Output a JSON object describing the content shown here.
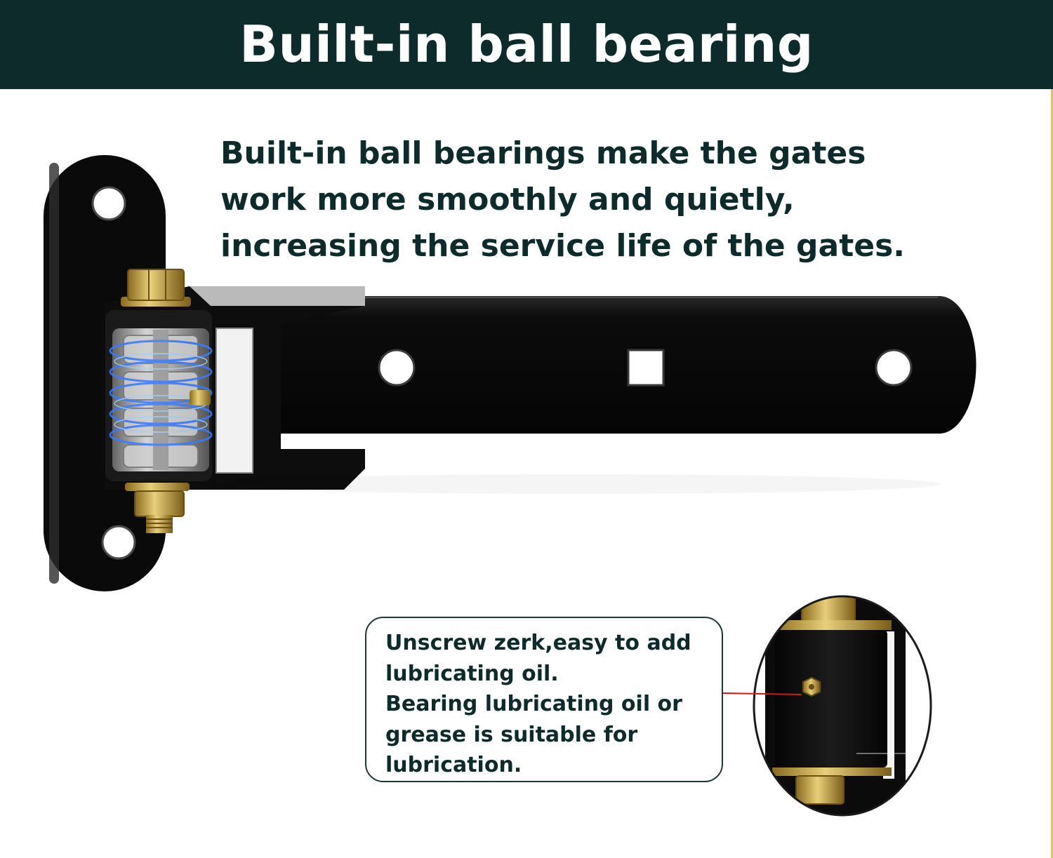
{
  "banner": {
    "title": "Built-in ball bearing"
  },
  "headline": {
    "lines": [
      "Built-in ball bearings make the gates",
      "work more smoothly and quietly,",
      "increasing the service life of the gates."
    ]
  },
  "callout": {
    "lines": [
      "Unscrew zerk,easy to add",
      "lubricating oil.",
      "Bearing lubricating oil or",
      "grease is suitable for",
      "lubrication."
    ]
  },
  "colors": {
    "banner_bg": "#0d2b2b",
    "banner_text": "#ffffff",
    "body_text": "#0d2b2b",
    "hinge_black": "#0a0a0a",
    "bolt_brass": "#c9a64a",
    "bearing_glow": "#3a7bff",
    "pointer_red": "#d01818"
  },
  "icons": [
    "gate-hinge-image",
    "ball-bearing-icon",
    "grease-zerk-icon"
  ]
}
